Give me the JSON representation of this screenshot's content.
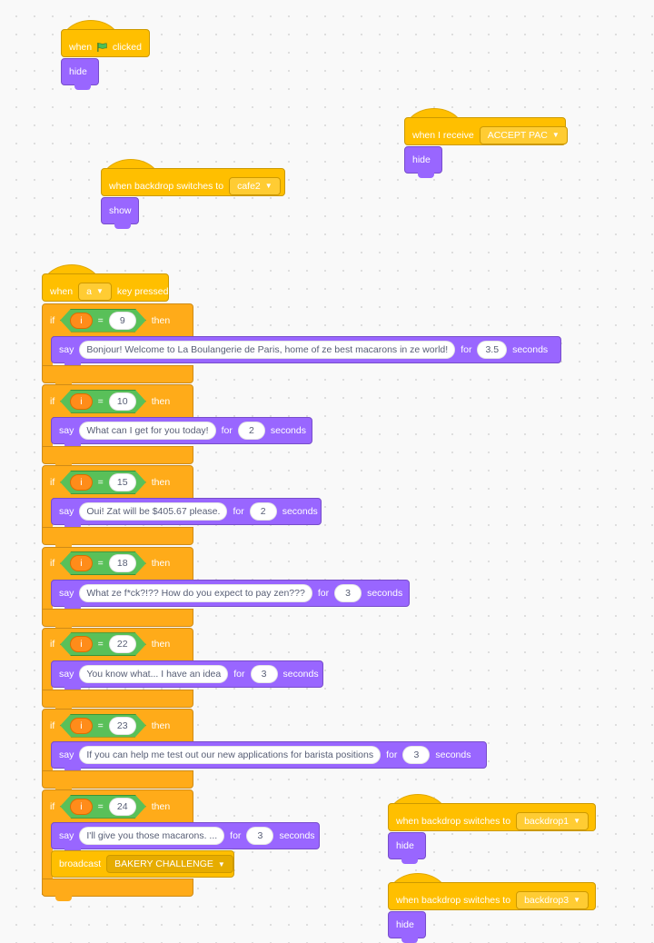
{
  "blocks": {
    "when": "when",
    "clicked": "clicked",
    "hide": "hide",
    "show": "show",
    "when_i_receive": "when I receive",
    "when_backdrop_switches_to": "when backdrop switches to",
    "key_pressed": "key pressed",
    "if": "if",
    "then": "then",
    "say": "say",
    "for": "for",
    "seconds": "seconds",
    "equals": "=",
    "broadcast": "broadcast",
    "var_name": "i"
  },
  "scripts": {
    "flag_script": {
      "icon": "green-flag-icon"
    },
    "receive_script": {
      "message": "ACCEPT PAC"
    },
    "backdrop_show": {
      "backdrop": "cafe2"
    },
    "key_script": {
      "key": "a",
      "ifs": [
        {
          "value": "9",
          "text": "Bonjour! Welcome to La Boulangerie de Paris, home of ze best macarons in ze world!",
          "secs": "3.5"
        },
        {
          "value": "10",
          "text": "What can I get for you today!",
          "secs": "2"
        },
        {
          "value": "15",
          "text": "Oui! Zat will be $405.67 please.",
          "secs": "2"
        },
        {
          "value": "18",
          "text": "What ze f*ck?!?? How do you expect to pay zen???",
          "secs": "3"
        },
        {
          "value": "22",
          "text": "You know what... I have an idea",
          "secs": "3"
        },
        {
          "value": "23",
          "text": "If you can help me test out our new applications for barista positions",
          "secs": "3"
        },
        {
          "value": "24",
          "text": "I'll give you those macarons. ...",
          "secs": "3"
        }
      ],
      "broadcast_message": "BAKERY CHALLENGE"
    },
    "backdrop_hide1": {
      "backdrop": "backdrop1"
    },
    "backdrop_hide3": {
      "backdrop": "backdrop3"
    }
  },
  "colors": {
    "events": "#ffbf00",
    "control": "#ffab19",
    "looks": "#9966ff",
    "operators": "#59c059",
    "variables": "#ff8c1a"
  }
}
